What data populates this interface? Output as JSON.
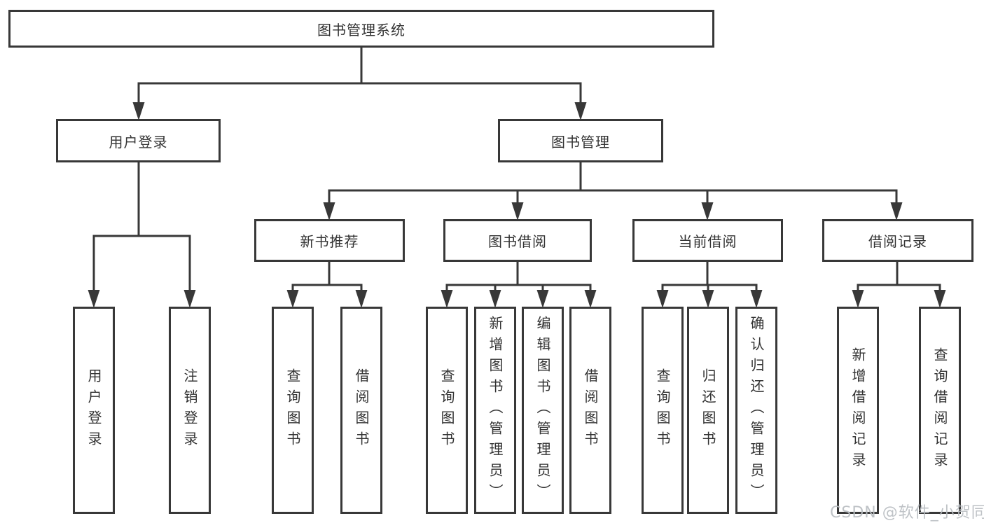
{
  "diagram": {
    "tree": {
      "label": "图书管理系统",
      "children": [
        {
          "label": "用户登录",
          "children": [
            {
              "label": "用户登录"
            },
            {
              "label": "注销登录"
            }
          ]
        },
        {
          "label": "图书管理",
          "children": [
            {
              "label": "新书推荐",
              "children": [
                {
                  "label": "查询图书"
                },
                {
                  "label": "借阅图书"
                }
              ]
            },
            {
              "label": "图书借阅",
              "children": [
                {
                  "label": "查询图书"
                },
                {
                  "label": "新增图书（管理员）"
                },
                {
                  "label": "编辑图书（管理员）"
                },
                {
                  "label": "借阅图书"
                }
              ]
            },
            {
              "label": "当前借阅",
              "children": [
                {
                  "label": "查询图书"
                },
                {
                  "label": "归还图书"
                },
                {
                  "label": "确认归还（管理员）"
                }
              ]
            },
            {
              "label": "借阅记录",
              "children": [
                {
                  "label": "新增借阅记录"
                },
                {
                  "label": "查询借阅记录"
                }
              ]
            }
          ]
        }
      ]
    }
  },
  "watermark": {
    "text": "CSDN @软件_小贺同学"
  },
  "colors": {
    "line": "#383838",
    "box_border": "#383838",
    "text": "#333333",
    "watermark": "#b8bdc1",
    "background": "#ffffff"
  }
}
